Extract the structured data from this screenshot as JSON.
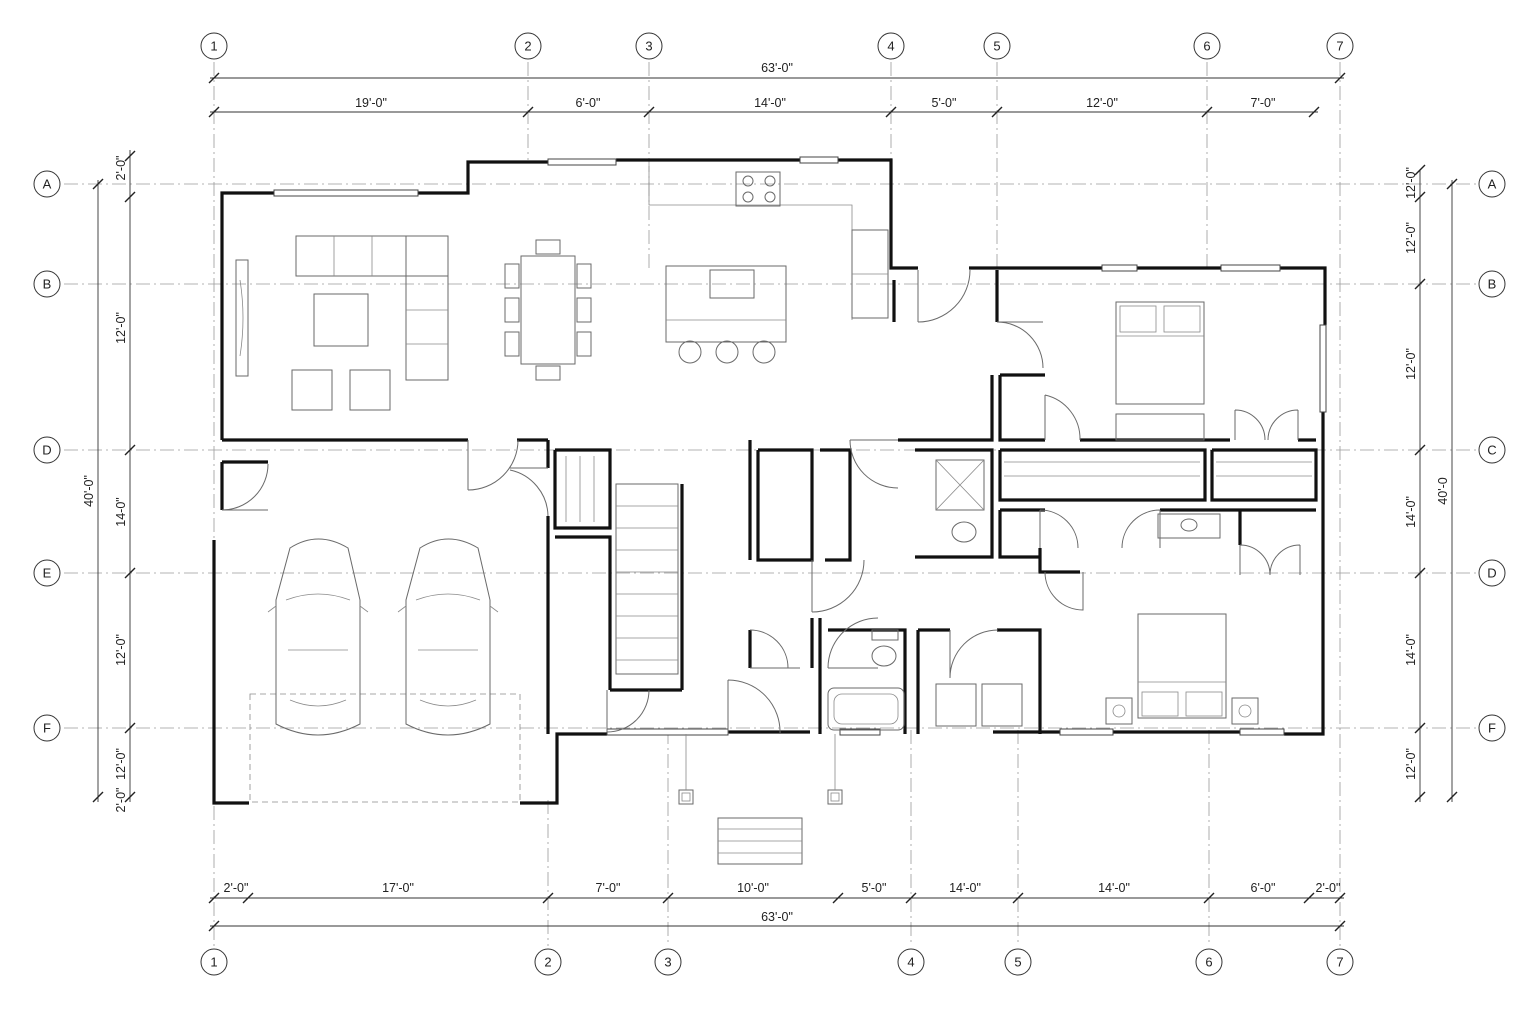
{
  "grid": {
    "top_columns": [
      "1",
      "2",
      "3",
      "4",
      "5",
      "6",
      "7"
    ],
    "bottom_columns": [
      "1",
      "2",
      "3",
      "4",
      "5",
      "6",
      "7"
    ],
    "left_rows": [
      "A",
      "B",
      "D",
      "E",
      "F"
    ],
    "right_rows": [
      "A",
      "B",
      "C",
      "D",
      "F"
    ]
  },
  "dimensions": {
    "top_overall": "63'-0\"",
    "top_segments": [
      "19'-0\"",
      "6'-0\"",
      "14'-0\"",
      "5'-0\"",
      "12'-0\"",
      "7'-0\""
    ],
    "bottom_overall": "63'-0\"",
    "bottom_segments": [
      "2'-0\"",
      "17'-0\"",
      "7'-0\"",
      "10'-0\"",
      "5'-0\"",
      "14'-0\"",
      "14'-0\"",
      "6'-0\"",
      "2'-0\""
    ],
    "left_overall": "40'-0\"",
    "left_segments": [
      "2'-0\"",
      "12'-0\"",
      "14-0\"",
      "12'-0\"",
      "12'-0\"",
      "2'-0\""
    ],
    "right_overall": "40'-0",
    "right_segments": [
      "12'-0\"",
      "12'-0\"",
      "12'-0\"",
      "14'-0\"",
      "14'-0\"",
      "12'-0\""
    ]
  },
  "colors": {
    "wall": "#111111",
    "gridline": "#9a9a9a",
    "fixture": "#6a6a6a"
  }
}
